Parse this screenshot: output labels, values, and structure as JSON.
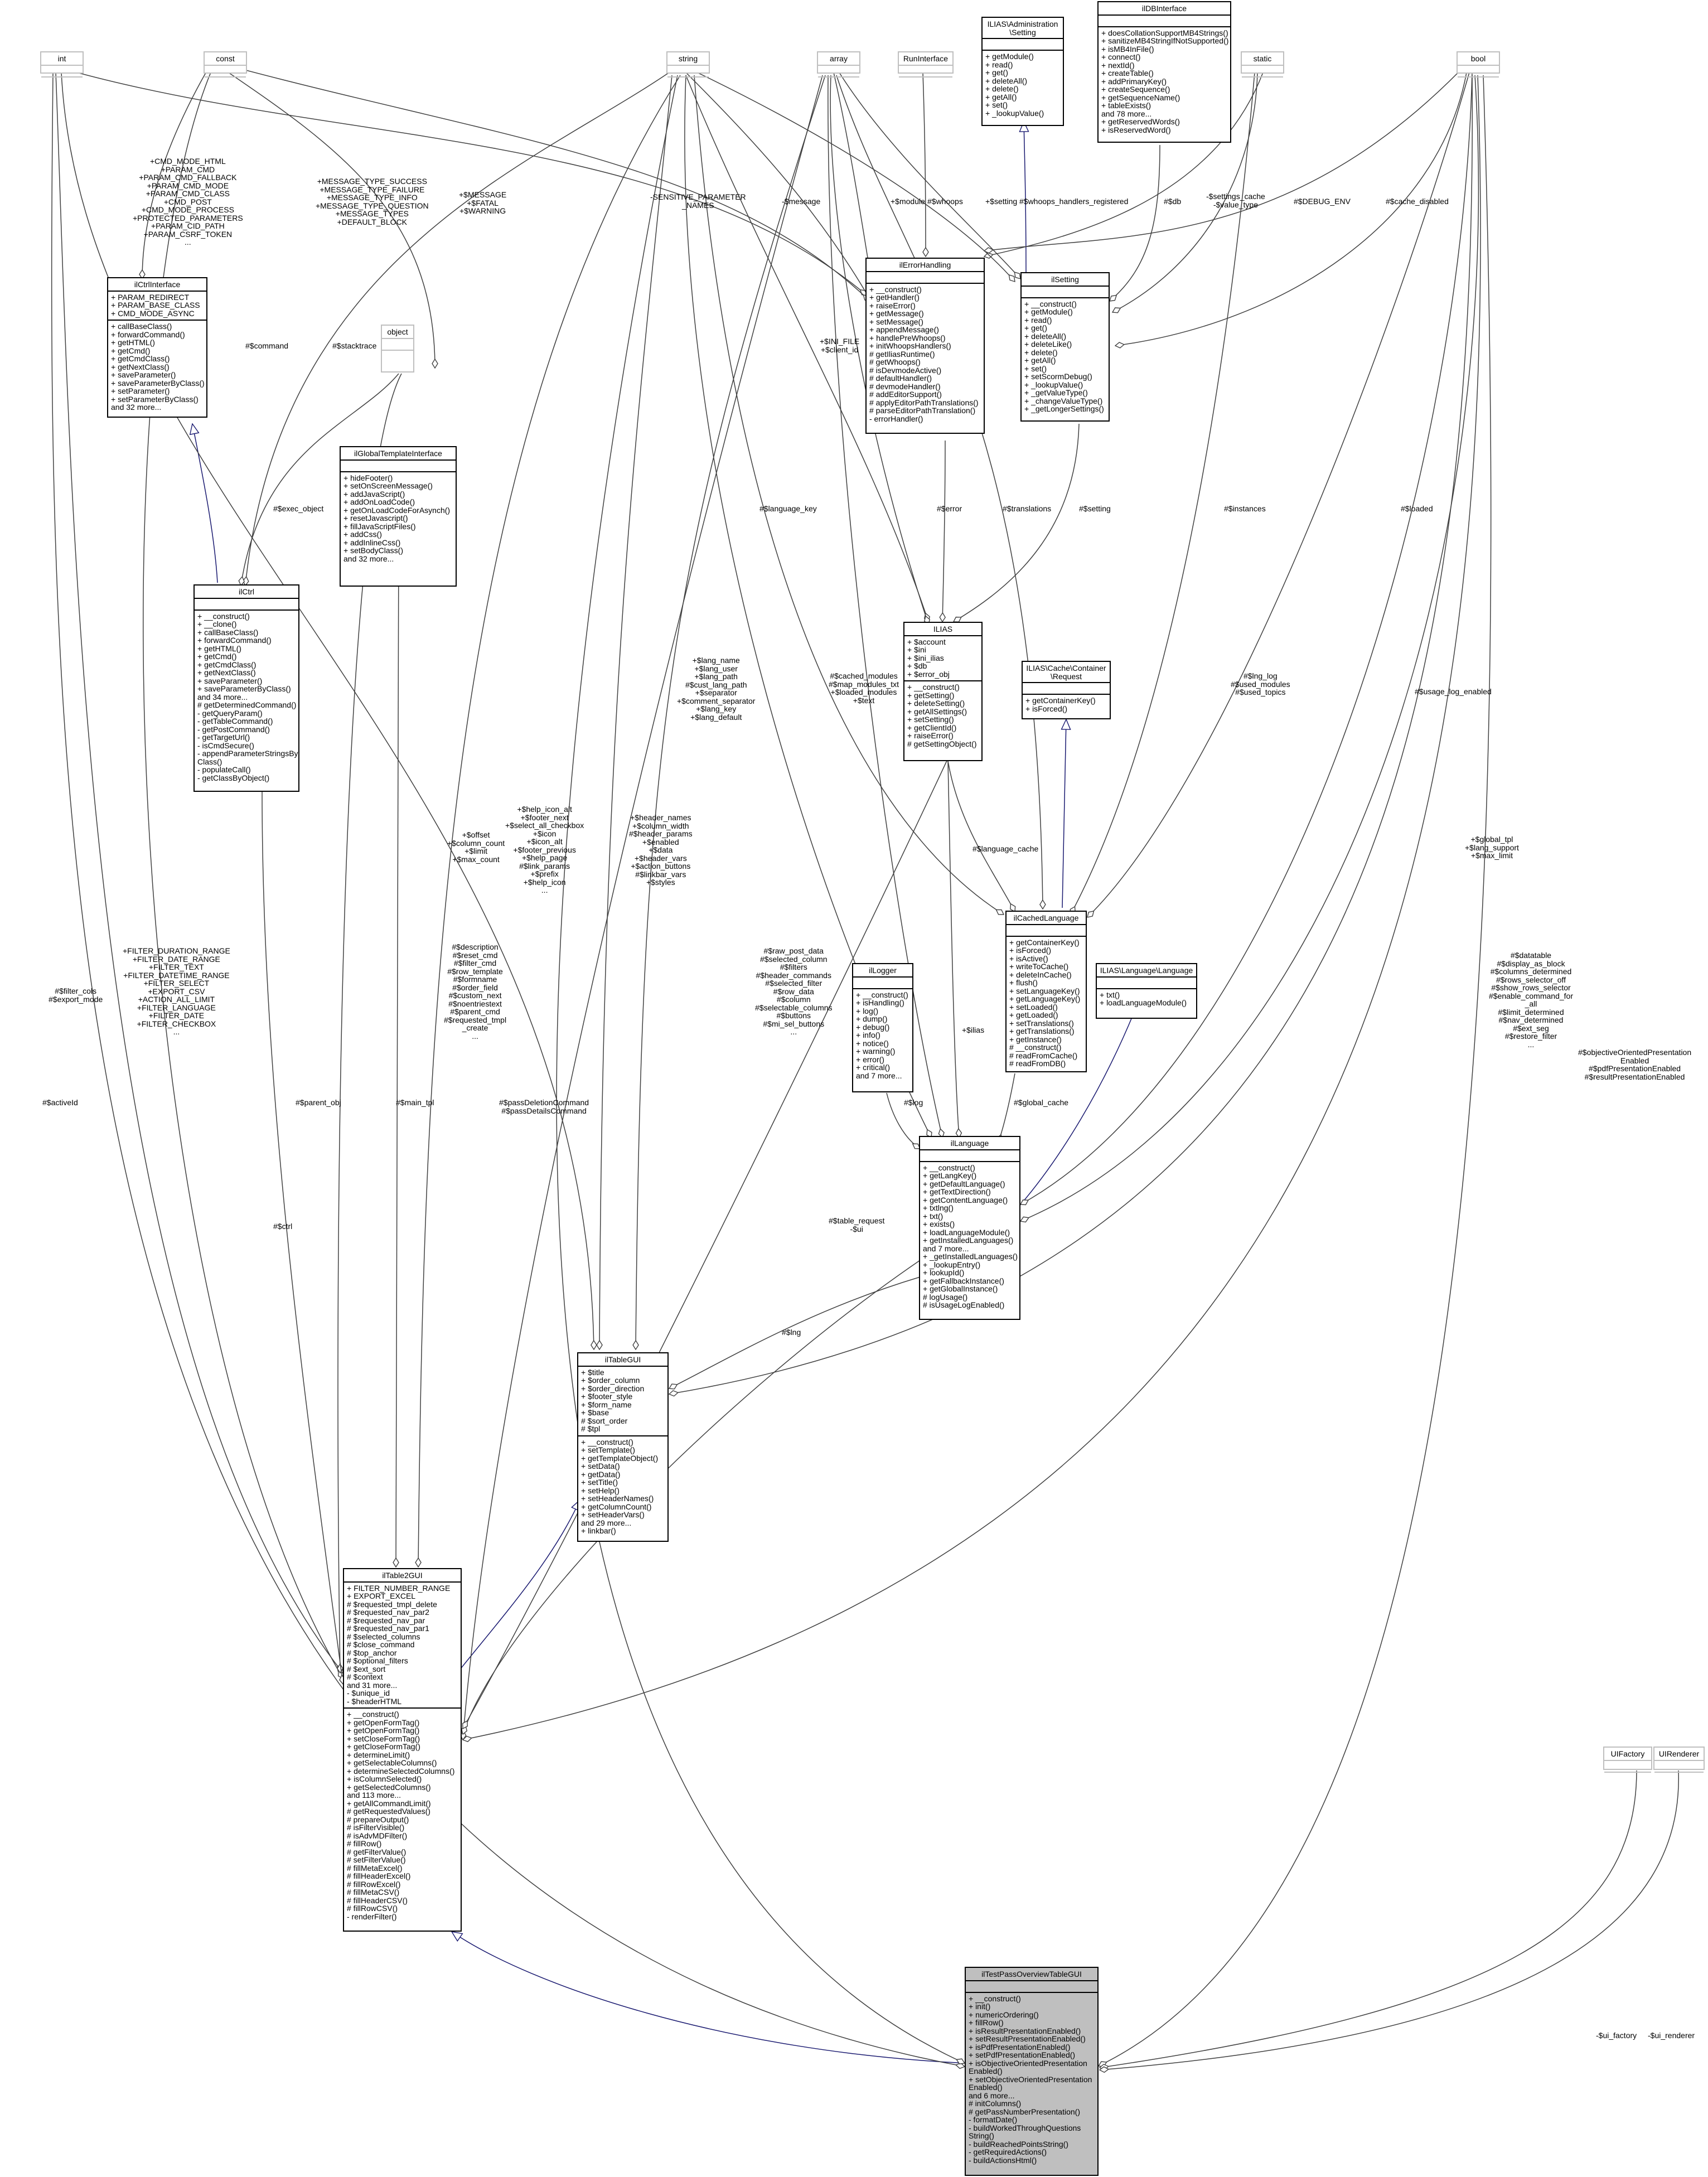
{
  "diagram": {
    "classes": [
      {
        "id": "int",
        "name": "int",
        "ghost": true,
        "attributes": [],
        "methods": []
      },
      {
        "id": "const",
        "name": "const",
        "ghost": true,
        "attributes": [],
        "methods": []
      },
      {
        "id": "string",
        "name": "string",
        "ghost": true,
        "attributes": [],
        "methods": []
      },
      {
        "id": "array",
        "name": "array",
        "ghost": true,
        "attributes": [],
        "methods": []
      },
      {
        "id": "runinterface",
        "name": "RunInterface",
        "ghost": true,
        "attributes": [],
        "methods": []
      },
      {
        "id": "admin_setting",
        "name": "ILIAS\\Administration\n\\Setting",
        "attributes": [],
        "methods": [
          "+ getModule()",
          "+ read()",
          "+ get()",
          "+ deleteAll()",
          "+ delete()",
          "+ getAll()",
          "+ set()",
          "+ _lookupValue()"
        ]
      },
      {
        "id": "ildbinterface",
        "name": "ilDBInterface",
        "attributes": [],
        "methods": [
          "+ doesCollationSupportMB4Strings()",
          "+ sanitizeMB4StringIfNotSupported()",
          "+ isMB4InFile()",
          "+ connect()",
          "+ nextId()",
          "+ createTable()",
          "+ addPrimaryKey()",
          "+ createSequence()",
          "+ getSequenceName()",
          "+ tableExists()",
          "and 78 more...",
          "+ getReservedWords()",
          "+ isReservedWord()"
        ]
      },
      {
        "id": "static",
        "name": "static",
        "ghost": true,
        "attributes": [],
        "methods": []
      },
      {
        "id": "bool",
        "name": "bool",
        "ghost": true,
        "attributes": [],
        "methods": []
      },
      {
        "id": "ilctrlinterface",
        "name": "ilCtrlInterface",
        "attributes": [
          "+ PARAM_REDIRECT",
          "+ PARAM_BASE_CLASS",
          "+ CMD_MODE_ASYNC"
        ],
        "methods": [
          "+ callBaseClass()",
          "+ forwardCommand()",
          "+ getHTML()",
          "+ getCmd()",
          "+ getCmdClass()",
          "+ getNextClass()",
          "+ saveParameter()",
          "+ saveParameterByClass()",
          "+ setParameter()",
          "+ setParameterByClass()",
          "and 32 more..."
        ]
      },
      {
        "id": "object",
        "name": "object",
        "ghost": true,
        "attributes": [],
        "methods": []
      },
      {
        "id": "ilglobaltemplate",
        "name": "ilGlobalTemplateInterface",
        "attributes": [],
        "methods": [
          "+ hideFooter()",
          "+ setOnScreenMessage()",
          "+ addJavaScript()",
          "+ addOnLoadCode()",
          "+ getOnLoadCodeForAsynch()",
          "+ resetJavascript()",
          "+ fillJavaScriptFiles()",
          "+ addCss()",
          "+ addInlineCss()",
          "+ setBodyClass()",
          "and 32 more..."
        ]
      },
      {
        "id": "ilerrorhandling",
        "name": "ilErrorHandling",
        "attributes": [],
        "methods": [
          "+ __construct()",
          "+ getHandler()",
          "+ raiseError()",
          "+ getMessage()",
          "+ setMessage()",
          "+ appendMessage()",
          "+ handlePreWhoops()",
          "+ initWhoopsHandlers()",
          "# getIliasRuntime()",
          "# getWhoops()",
          "# isDevmodeActive()",
          "# defaultHandler()",
          "# devmodeHandler()",
          "# addEditorSupport()",
          "# applyEditorPathTranslations()",
          "# parseEditorPathTranslation()",
          "- errorHandler()"
        ]
      },
      {
        "id": "ilsetting",
        "name": "ilSetting",
        "attributes": [],
        "methods": [
          "+ __construct()",
          "+ getModule()",
          "+ read()",
          "+ get()",
          "+ deleteAll()",
          "+ deleteLike()",
          "+ delete()",
          "+ getAll()",
          "+ set()",
          "+ setScormDebug()",
          "+ _lookupValue()",
          "+ _getValueType()",
          "+ _changeValueType()",
          "+ _getLongerSettings()"
        ]
      },
      {
        "id": "ilctrl",
        "name": "ilCtrl",
        "attributes": [],
        "methods": [
          "+ __construct()",
          "+ __clone()",
          "+ callBaseClass()",
          "+ forwardCommand()",
          "+ getHTML()",
          "+ getCmd()",
          "+ getCmdClass()",
          "+ getNextClass()",
          "+ saveParameter()",
          "+ saveParameterByClass()",
          "and 34 more...",
          "# getDeterminedCommand()",
          "- getQueryParam()",
          "- getTableCommand()",
          "- getPostCommand()",
          "- getTargetUrl()",
          "- isCmdSecure()",
          "- appendParameterStringsBy",
          "  Class()",
          "- populateCall()",
          "- getClassByObject()"
        ]
      },
      {
        "id": "ilias",
        "name": "ILIAS",
        "attributes": [
          "+ $account",
          "+ $ini",
          "+ $ini_ilias",
          "+ $db",
          "+ $error_obj"
        ],
        "methods": [
          "+ __construct()",
          "+ getSetting()",
          "+ deleteSetting()",
          "+ getAllSettings()",
          "+ setSetting()",
          "+ getClientId()",
          "+ raiseError()",
          "# getSettingObject()"
        ]
      },
      {
        "id": "cache_request",
        "name": "ILIAS\\Cache\\Container\n\\Request",
        "attributes": [],
        "methods": [
          "+ getContainerKey()",
          "+ isForced()"
        ]
      },
      {
        "id": "ilcachedlanguage",
        "name": "ilCachedLanguage",
        "attributes": [],
        "methods": [
          "+ getContainerKey()",
          "+ isForced()",
          "+ isActive()",
          "+ writeToCache()",
          "+ deleteInCache()",
          "+ flush()",
          "+ setLanguageKey()",
          "+ getLanguageKey()",
          "+ setLoaded()",
          "+ getLoaded()",
          "+ setTranslations()",
          "+ getTranslations()",
          "+ getInstance()",
          "# __construct()",
          "# readFromCache()",
          "# readFromDB()"
        ]
      },
      {
        "id": "illogger",
        "name": "ilLogger",
        "attributes": [],
        "methods": [
          "+ __construct()",
          "+ isHandling()",
          "+ log()",
          "+ dump()",
          "+ debug()",
          "+ info()",
          "+ notice()",
          "+ warning()",
          "+ error()",
          "+ critical()",
          "and 7 more..."
        ]
      },
      {
        "id": "lang_iface",
        "name": "ILIAS\\Language\\Language",
        "attributes": [],
        "methods": [
          "+ txt()",
          "+ loadLanguageModule()"
        ]
      },
      {
        "id": "illanguage",
        "name": "ilLanguage",
        "attributes": [],
        "methods": [
          "+ __construct()",
          "+ getLangKey()",
          "+ getDefaultLanguage()",
          "+ getTextDirection()",
          "+ getContentLanguage()",
          "+ txtlng()",
          "+ txt()",
          "+ exists()",
          "+ loadLanguageModule()",
          "+ getInstalledLanguages()",
          "and 7 more...",
          "+ _getInstalledLanguages()",
          "+ _lookupEntry()",
          "+ lookupId()",
          "+ getFallbackInstance()",
          "+ getGlobalInstance()",
          "# logUsage()",
          "# isUsageLogEnabled()"
        ]
      },
      {
        "id": "iltablegui",
        "name": "ilTableGUI",
        "attributes": [
          "+ $title",
          "+ $order_column",
          "+ $order_direction",
          "+ $footer_style",
          "+ $form_name",
          "+ $base",
          "# $sort_order",
          "# $tpl"
        ],
        "methods": [
          "+ __construct()",
          "+ setTemplate()",
          "+ getTemplateObject()",
          "+ setData()",
          "+ getData()",
          "+ setTitle()",
          "+ setHelp()",
          "+ setHeaderNames()",
          "+ getColumnCount()",
          "+ setHeaderVars()",
          "and 29 more...",
          "+ linkbar()"
        ]
      },
      {
        "id": "iltable2gui",
        "name": "ilTable2GUI",
        "attributes": [
          "+ FILTER_NUMBER_RANGE",
          "+ EXPORT_EXCEL",
          "# $requested_tmpl_delete",
          "# $requested_nav_par2",
          "# $requested_nav_par",
          "# $requested_nav_par1",
          "# $selected_columns",
          "# $close_command",
          "# $top_anchor",
          "# $optional_filters",
          "# $ext_sort",
          "# $context",
          "and 31 more...",
          "- $unique_id",
          "- $headerHTML"
        ],
        "methods": [
          "+ __construct()",
          "+ getOpenFormTag()",
          "+ getOpenFormTag()",
          "+ setCloseFormTag()",
          "+ getCloseFormTag()",
          "+ determineLimit()",
          "+ getSelectableColumns()",
          "+ determineSelectedColumns()",
          "+ isColumnSelected()",
          "+ getSelectedColumns()",
          "and 113 more...",
          "+ getAllCommandLimit()",
          "# getRequestedValues()",
          "# prepareOutput()",
          "# isFilterVisible()",
          "# isAdvMDFilter()",
          "# fillRow()",
          "# getFilterValue()",
          "# setFilterValue()",
          "# fillMetaExcel()",
          "# fillHeaderExcel()",
          "# fillRowExcel()",
          "# fillMetaCSV()",
          "# fillHeaderCSV()",
          "# fillRowCSV()",
          "- renderFilter()"
        ]
      },
      {
        "id": "uifactory",
        "name": "UIFactory",
        "ghost": true,
        "attributes": [],
        "methods": []
      },
      {
        "id": "uirenderer",
        "name": "UIRenderer",
        "ghost": true,
        "attributes": [],
        "methods": []
      },
      {
        "id": "target",
        "name": "ilTestPassOverviewTableGUI",
        "focus": true,
        "attributes": [],
        "methods": [
          "+ __construct()",
          "+ init()",
          "+ numericOrdering()",
          "+ fillRow()",
          "+ isResultPresentationEnabled()",
          "+ setResultPresentationEnabled()",
          "+ isPdfPresentationEnabled()",
          "+ setPdfPresentationEnabled()",
          "+ isObjectiveOrientedPresentation",
          "  Enabled()",
          "+ setObjectiveOrientedPresentation",
          "  Enabled()",
          "and 6 more...",
          "# initColumns()",
          "# getPassNumberPresentation()",
          "- formatDate()",
          "- buildWorkedThroughQuestions",
          "  String()",
          "- buildReachedPointsString()",
          "- getRequiredActions()",
          "- buildActionsHtml()"
        ]
      }
    ],
    "edge_labels": [
      "+CMD_MODE_HTML\n+PARAM_CMD\n+PARAM_CMD_FALLBACK\n+PARAM_CMD_MODE\n+PARAM_CMD_CLASS\n+CMD_POST\n+CMD_MODE_PROCESS\n+PROTECTED_PARAMETERS\n+PARAM_CID_PATH\n+PARAM_CSRF_TOKEN\n...",
      "+MESSAGE_TYPE_SUCCESS\n+MESSAGE_TYPE_FAILURE\n+MESSAGE_TYPE_INFO\n+MESSAGE_TYPE_QUESTION\n+MESSAGE_TYPES\n+DEFAULT_BLOCK",
      "+$MESSAGE\n+$FATAL\n+$WARNING",
      "-SENSITIVE_PARAMETER\n_NAMES",
      "-$message",
      "+$module",
      "#$whoops",
      "+$setting",
      "#$whoops_handlers_registered",
      "#$db",
      "-$settings_cache\n-$value_type",
      "#$DEBUG_ENV",
      "#$cache_disabled",
      "#$command",
      "#$stacktrace",
      "#$exec_object",
      "+$INI_FILE\n+$client_id",
      "#$language_key",
      "#$translations",
      "#$error",
      "#$setting",
      "#$instances",
      "#$loaded",
      "+$lang_name\n+$lang_user\n+$lang_path\n#$cust_lang_path\n+$separator\n+$comment_separator\n+$lang_key\n+$lang_default",
      "#$cached_modules\n#$map_modules_txt\n+$loaded_modules\n+$text",
      "#$lng_log\n#$used_modules\n#$used_topics",
      "#$usage_log_enabled",
      "+$help_icon_alt\n+$footer_next\n+$select_all_checkbox\n+$icon\n+$icon_alt\n+$footer_previous\n+$help_page\n#$link_params\n+$prefix\n+$help_icon\n...",
      "+$offset\n+$column_count\n+$limit\n+$max_count",
      "+$header_names\n+$column_width\n#$header_params\n+$enabled\n+$data\n+$header_vars\n+$action_buttons\n#$linkbar_vars\n+$styles",
      "#$language_cache",
      "+$global_tpl\n+$lang_support\n+$max_limit",
      "#$raw_post_data\n#$selected_column\n#$filters\n#$header_commands\n#$selected_filter\n#$row_data\n#$column\n#$selectable_columns\n#$buttons\n#$mi_sel_buttons\n...",
      "+$ilias",
      "+FILTER_DURATION_RANGE\n+FILTER_DATE_RANGE\n+FILTER_TEXT\n+FILTER_DATETIME_RANGE\n+FILTER_SELECT\n+EXPORT_CSV\n+ACTION_ALL_LIMIT\n+FILTER_LANGUAGE\n+FILTER_DATE\n+FILTER_CHECKBOX\n...",
      "#$filter_cols\n#$export_mode",
      "#$description\n#$reset_cmd\n#$filter_cmd\n#$row_template\n#$formname\n#$order_field\n#$custom_next\n#$noentriestext\n#$parent_cmd\n#$requested_tmpl\n_create\n...",
      "#$datatable\n#$display_as_block\n#$columns_determined\n#$rows_selector_off\n#$show_rows_selector\n#$enable_command_for\n_all\n#$limit_determined\n#$nav_determined\n#$ext_seg\n#$restore_filter\n...",
      "#$log",
      "#$global_cache",
      "#$passDeletionCommand\n#$passDetailsCommand",
      "#$parent_obj",
      "#$main_tpl",
      "#$ctrl",
      "#$table_request\n-$ui",
      "#$lng",
      "#$activeId",
      "#$objectiveOrientedPresentation\nEnabled\n#$pdfPresentationEnabled\n#$resultPresentationEnabled",
      "-$ui_factory",
      "-$ui_renderer"
    ]
  }
}
